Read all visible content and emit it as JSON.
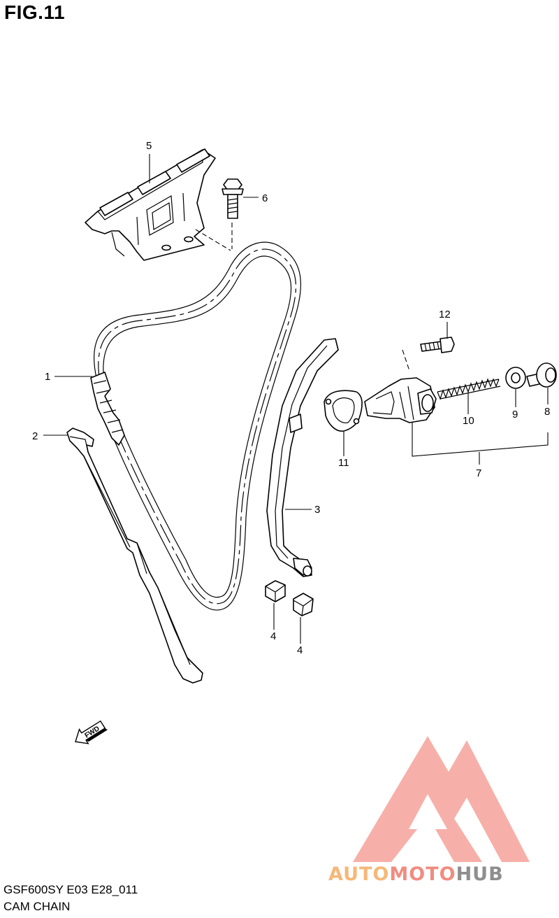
{
  "figure": {
    "title": "FIG.11"
  },
  "footer": {
    "model_code": "GSF600SY E03 E28_011",
    "section_name": "CAM CHAIN"
  },
  "callouts": [
    {
      "id": "c1",
      "text": "1"
    },
    {
      "id": "c2",
      "text": "2"
    },
    {
      "id": "c3",
      "text": "3"
    },
    {
      "id": "c4a",
      "text": "4"
    },
    {
      "id": "c4b",
      "text": "4"
    },
    {
      "id": "c5",
      "text": "5"
    },
    {
      "id": "c6",
      "text": "6"
    },
    {
      "id": "c7",
      "text": "7"
    },
    {
      "id": "c8",
      "text": "8"
    },
    {
      "id": "c9",
      "text": "9"
    },
    {
      "id": "c10",
      "text": "10"
    },
    {
      "id": "c11",
      "text": "11"
    },
    {
      "id": "c12",
      "text": "12"
    }
  ],
  "fwd_arrow": {
    "text": "FWD",
    "icon": "forward-arrow-icon"
  },
  "watermark": {
    "auto": "AUTO",
    "moto": "MOTO",
    "hub": "HUB",
    "colors": {
      "auto": "#f5b878",
      "moto": "#f08c80",
      "hub": "#8e8e8e",
      "logo": "#f4a29a"
    }
  }
}
